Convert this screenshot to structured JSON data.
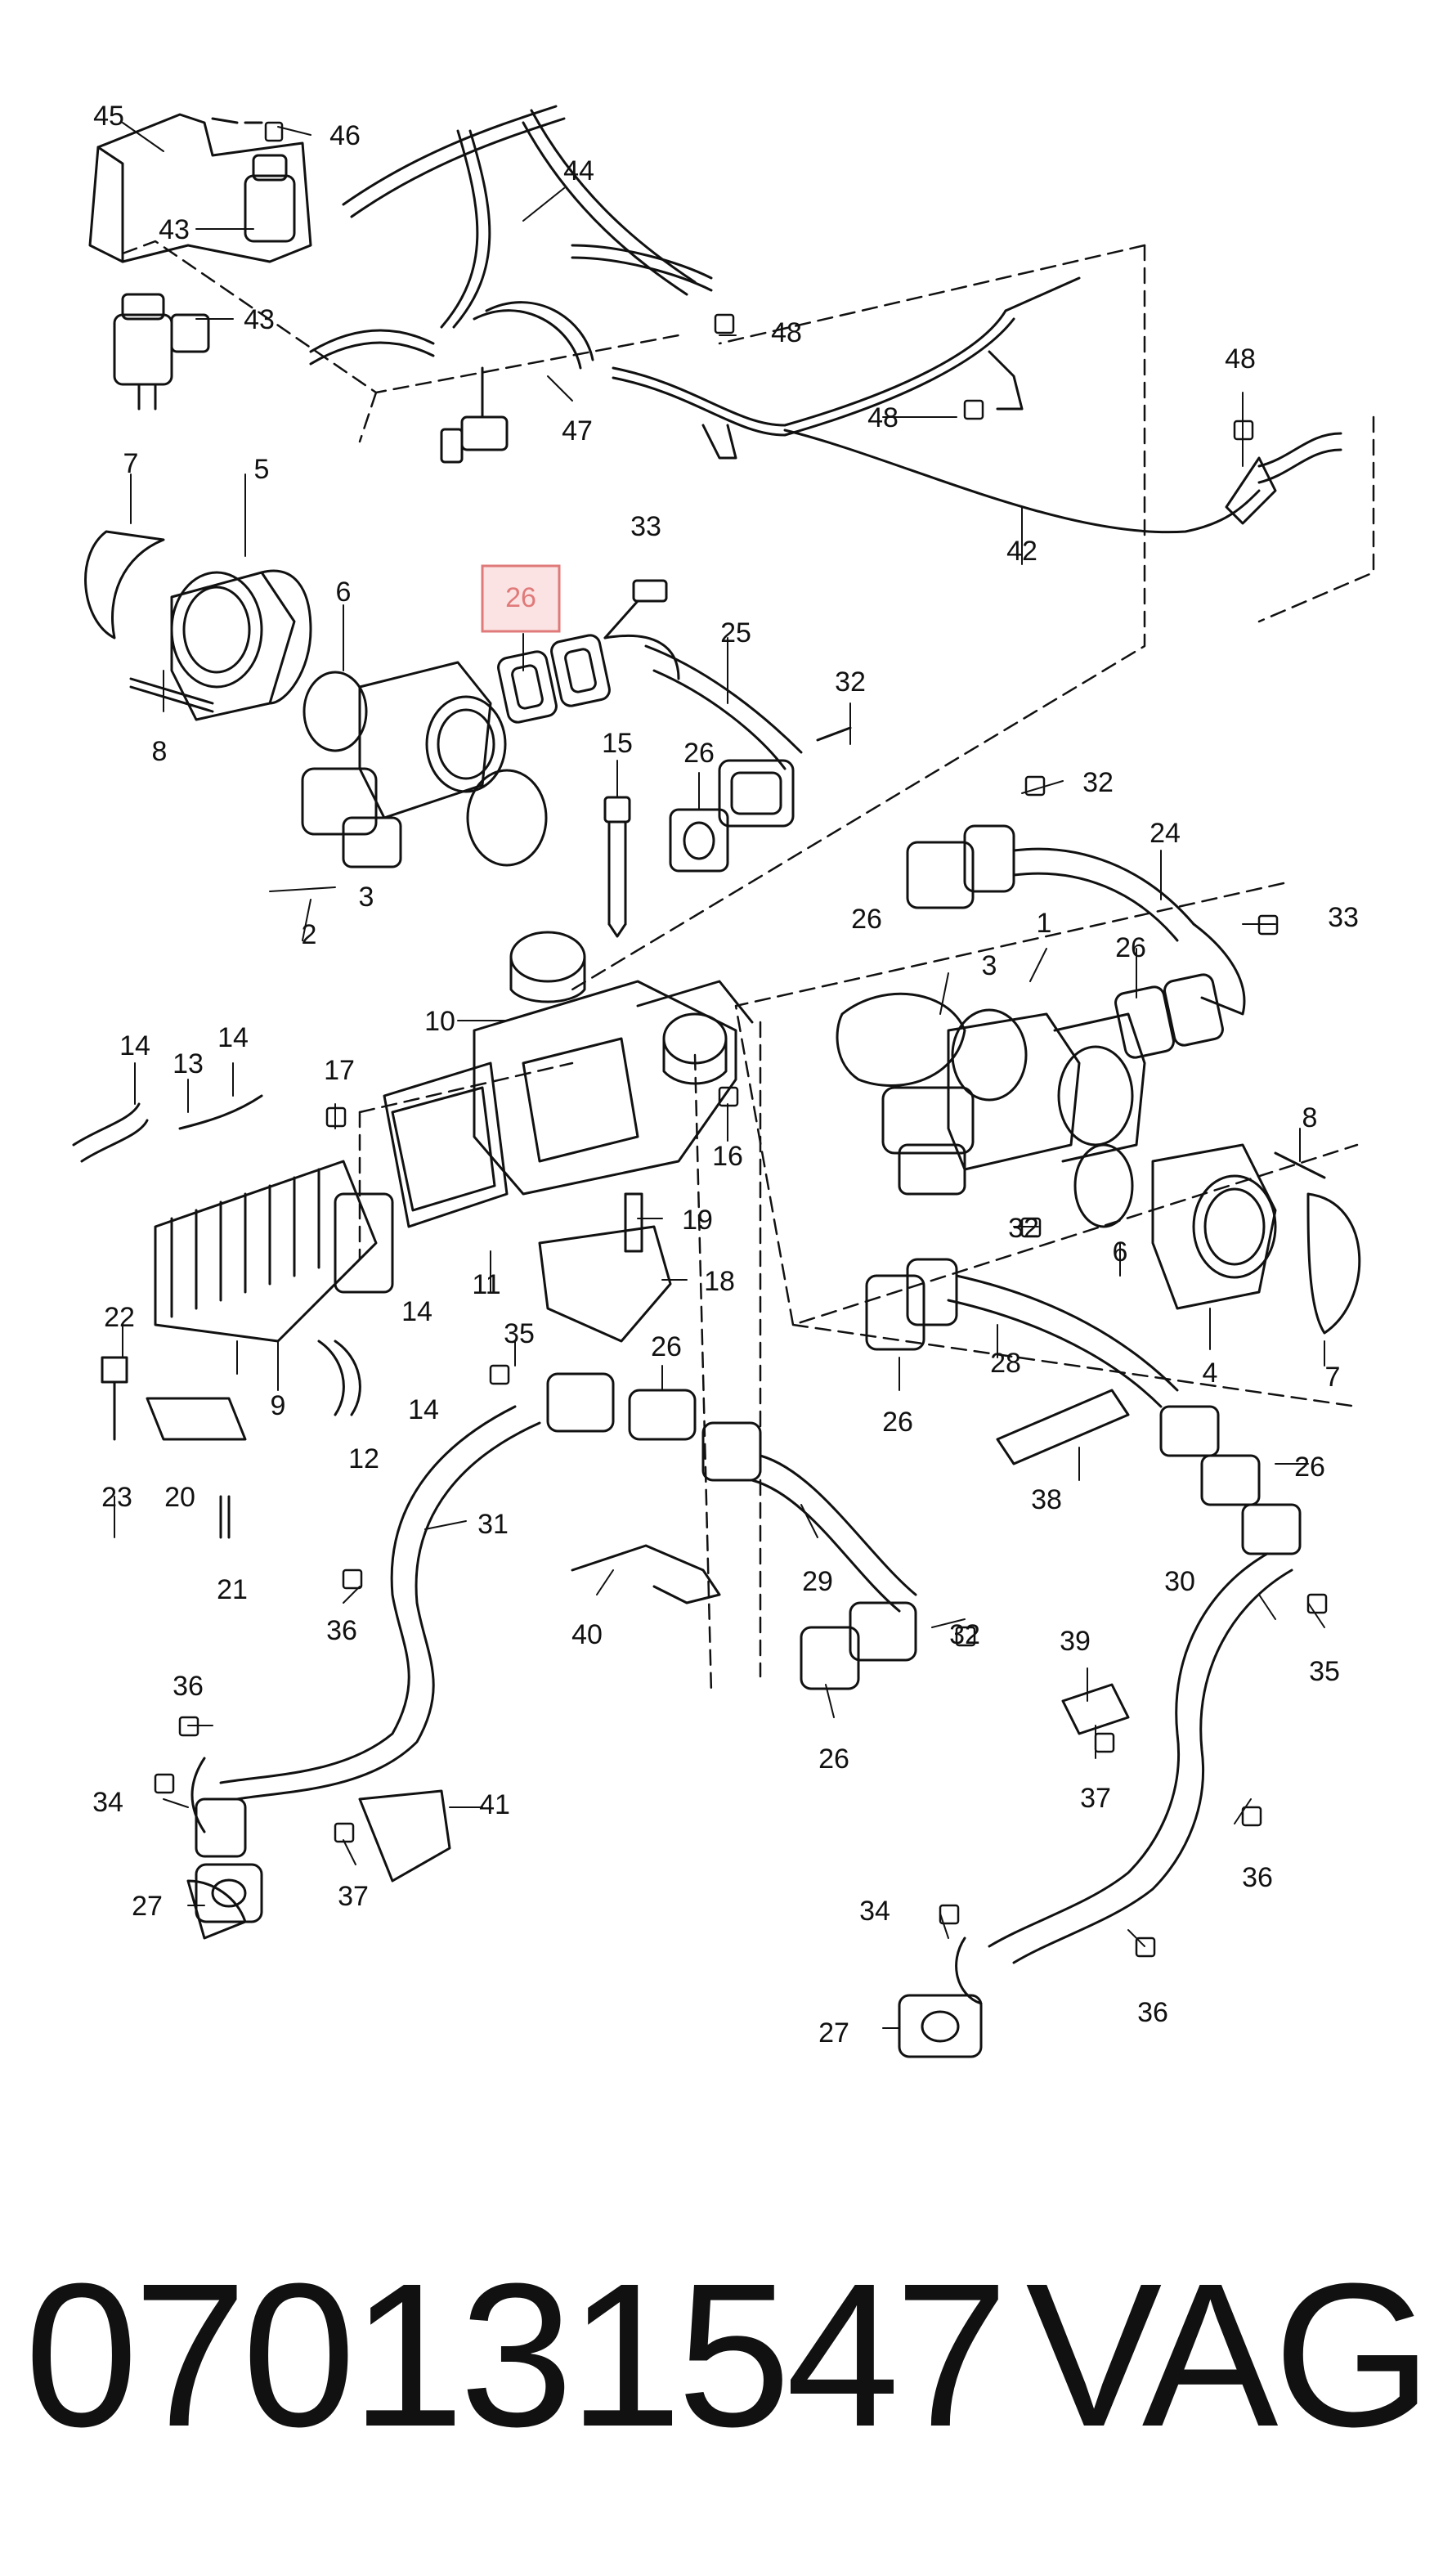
{
  "callouts": {
    "c45": "45",
    "c46": "46",
    "c44": "44",
    "c43a": "43",
    "c43b": "43",
    "c48a": "48",
    "c48b": "48",
    "c48c": "48",
    "c47": "47",
    "c42": "42",
    "c7a": "7",
    "c5": "5",
    "c6a": "6",
    "c8a": "8",
    "c33a": "33",
    "c26a": "26",
    "c25": "25",
    "c32a": "32",
    "c15": "15",
    "c26b": "26",
    "c3a": "3",
    "c2": "2",
    "c32b": "32",
    "c24": "24",
    "c26c": "26",
    "c33b": "33",
    "c1": "1",
    "c3b": "3",
    "c26d": "26",
    "c10": "10",
    "c14a": "14",
    "c13": "13",
    "c14b": "14",
    "c17": "17",
    "c16": "16",
    "c8b": "8",
    "c19": "19",
    "c32c": "32",
    "c18": "18",
    "c11": "11",
    "c6b": "6",
    "c4": "4",
    "c7b": "7",
    "c22": "22",
    "c14c": "14",
    "c14d": "14",
    "c9": "9",
    "c35a": "35",
    "c26e": "26",
    "c28": "28",
    "c26f": "26",
    "c12": "12",
    "c23": "23",
    "c20": "20",
    "c38": "38",
    "c26g": "26",
    "c31": "31",
    "c29": "29",
    "c21": "21",
    "c36a": "36",
    "c40": "40",
    "c32d": "32",
    "c30": "30",
    "c35b": "35",
    "c26h": "26",
    "c39": "39",
    "c36b": "36",
    "c37a": "37",
    "c34a": "34",
    "c41": "41",
    "c27a": "27",
    "c37b": "37",
    "c36c": "36",
    "c34b": "34",
    "c36d": "36",
    "c27b": "27"
  },
  "highlight": {
    "label": "26",
    "color": "#e07a7a",
    "fill": "#fbe3e3"
  },
  "footer": {
    "part_number": "070131547",
    "brand": "VAG"
  }
}
